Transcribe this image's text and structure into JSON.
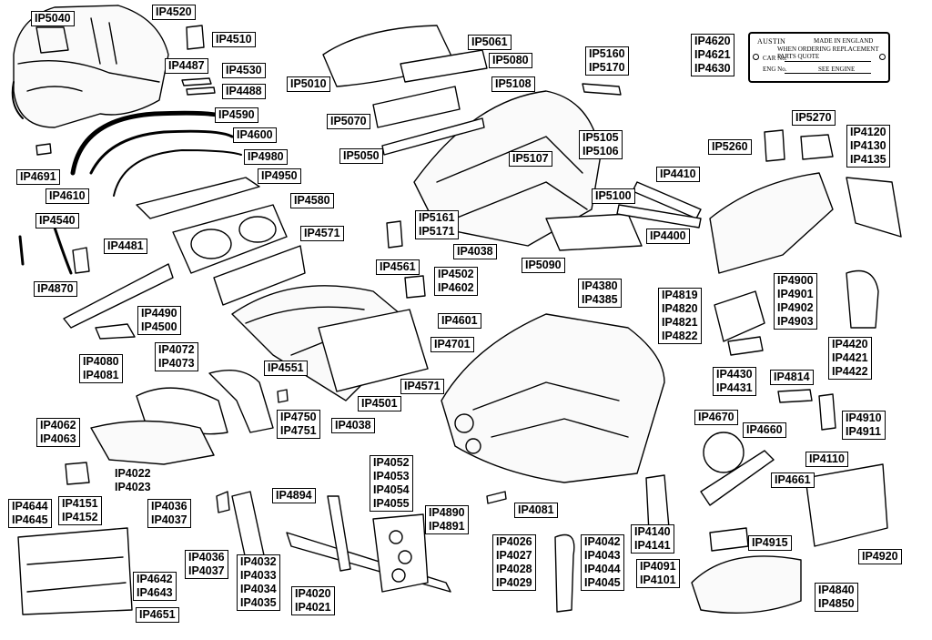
{
  "plate": {
    "maker": "AUSTIN",
    "made_in": "MADE IN ENGLAND",
    "when_ordering": "WHEN ORDERING REPLACEMENT PARTS QUOTE",
    "car_no": "CAR No.",
    "eng_no": "ENG No.",
    "see_engine": "SEE ENGINE"
  },
  "labels": [
    {
      "id": "ip5040",
      "lines": [
        "IP5040"
      ]
    },
    {
      "id": "ip4520",
      "lines": [
        "IP4520"
      ]
    },
    {
      "id": "ip4510",
      "lines": [
        "IP4510"
      ]
    },
    {
      "id": "ip4487",
      "lines": [
        "IP4487"
      ]
    },
    {
      "id": "ip4530",
      "lines": [
        "IP4530"
      ]
    },
    {
      "id": "ip4488",
      "lines": [
        "IP4488"
      ]
    },
    {
      "id": "ip4590",
      "lines": [
        "IP4590"
      ]
    },
    {
      "id": "ip4600",
      "lines": [
        "IP4600"
      ]
    },
    {
      "id": "ip4980",
      "lines": [
        "IP4980"
      ]
    },
    {
      "id": "ip4950",
      "lines": [
        "IP4950"
      ]
    },
    {
      "id": "ip4691",
      "lines": [
        "IP4691"
      ]
    },
    {
      "id": "ip4610",
      "lines": [
        "IP4610"
      ]
    },
    {
      "id": "ip4580",
      "lines": [
        "IP4580"
      ]
    },
    {
      "id": "ip4540",
      "lines": [
        "IP4540"
      ]
    },
    {
      "id": "ip4571a",
      "lines": [
        "IP4571"
      ]
    },
    {
      "id": "ip4481",
      "lines": [
        "IP4481"
      ]
    },
    {
      "id": "ip4870",
      "lines": [
        "IP4870"
      ]
    },
    {
      "id": "ip4490",
      "lines": [
        "IP4490",
        "IP4500"
      ]
    },
    {
      "id": "ip5061",
      "lines": [
        "IP5061"
      ]
    },
    {
      "id": "ip5080",
      "lines": [
        "IP5080"
      ]
    },
    {
      "id": "ip5010",
      "lines": [
        "IP5010"
      ]
    },
    {
      "id": "ip5108",
      "lines": [
        "IP5108"
      ]
    },
    {
      "id": "ip5070",
      "lines": [
        "IP5070"
      ]
    },
    {
      "id": "ip5050",
      "lines": [
        "IP5050"
      ]
    },
    {
      "id": "ip5105",
      "lines": [
        "IP5105",
        "IP5106"
      ]
    },
    {
      "id": "ip5107",
      "lines": [
        "IP5107"
      ]
    },
    {
      "id": "ip5100",
      "lines": [
        "IP5100"
      ]
    },
    {
      "id": "ip5160",
      "lines": [
        "IP5160",
        "IP5170"
      ]
    },
    {
      "id": "ip4620",
      "lines": [
        "IP4620",
        "IP4621",
        "IP4630"
      ]
    },
    {
      "id": "ip5270",
      "lines": [
        "IP5270"
      ]
    },
    {
      "id": "ip5260",
      "lines": [
        "IP5260"
      ]
    },
    {
      "id": "ip4120",
      "lines": [
        "IP4120",
        "IP4130",
        "IP4135"
      ]
    },
    {
      "id": "ip4410",
      "lines": [
        "IP4410"
      ]
    },
    {
      "id": "ip4400",
      "lines": [
        "IP4400"
      ]
    },
    {
      "id": "ip5161",
      "lines": [
        "IP5161",
        "IP5171"
      ]
    },
    {
      "id": "ip4038a",
      "lines": [
        "IP4038"
      ]
    },
    {
      "id": "ip5090",
      "lines": [
        "IP5090"
      ]
    },
    {
      "id": "ip4380",
      "lines": [
        "IP4380",
        "IP4385"
      ]
    },
    {
      "id": "ip4561",
      "lines": [
        "IP4561"
      ]
    },
    {
      "id": "ip4502",
      "lines": [
        "IP4502",
        "IP4602"
      ]
    },
    {
      "id": "ip4601",
      "lines": [
        "IP4601"
      ]
    },
    {
      "id": "ip4701",
      "lines": [
        "IP4701"
      ]
    },
    {
      "id": "ip4819",
      "lines": [
        "IP4819",
        "IP4820",
        "IP4821",
        "IP4822"
      ]
    },
    {
      "id": "ip4900",
      "lines": [
        "IP4900",
        "IP4901",
        "IP4902",
        "IP4903"
      ]
    },
    {
      "id": "ip4420",
      "lines": [
        "IP4420",
        "IP4421",
        "IP4422"
      ]
    },
    {
      "id": "ip4080",
      "lines": [
        "IP4080",
        "IP4081"
      ]
    },
    {
      "id": "ip4072",
      "lines": [
        "IP4072",
        "IP4073"
      ]
    },
    {
      "id": "ip4551",
      "lines": [
        "IP4551"
      ]
    },
    {
      "id": "ip4571b",
      "lines": [
        "IP4571"
      ]
    },
    {
      "id": "ip4501",
      "lines": [
        "IP4501"
      ]
    },
    {
      "id": "ip4430",
      "lines": [
        "IP4430",
        "IP4431"
      ]
    },
    {
      "id": "ip4814",
      "lines": [
        "IP4814"
      ]
    },
    {
      "id": "ip4750",
      "lines": [
        "IP4750",
        "IP4751"
      ]
    },
    {
      "id": "ip4038b",
      "lines": [
        "IP4038"
      ]
    },
    {
      "id": "ip4062",
      "lines": [
        "IP4062",
        "IP4063"
      ]
    },
    {
      "id": "ip4670",
      "lines": [
        "IP4670"
      ]
    },
    {
      "id": "ip4660",
      "lines": [
        "IP4660"
      ]
    },
    {
      "id": "ip4910",
      "lines": [
        "IP4910",
        "IP4911"
      ]
    },
    {
      "id": "ip4110",
      "lines": [
        "IP4110"
      ]
    },
    {
      "id": "ip4661",
      "lines": [
        "IP4661"
      ]
    },
    {
      "id": "ip4151",
      "lines": [
        "IP4151",
        "IP4152"
      ]
    },
    {
      "id": "ip4644",
      "lines": [
        "IP4644",
        "IP4645"
      ]
    },
    {
      "id": "ip4036a",
      "lines": [
        "IP4036",
        "IP4037"
      ]
    },
    {
      "id": "ip4894",
      "lines": [
        "IP4894"
      ]
    },
    {
      "id": "ip4052",
      "lines": [
        "IP4052",
        "IP4053",
        "IP4054",
        "IP4055"
      ]
    },
    {
      "id": "ip4890",
      "lines": [
        "IP4890",
        "IP4891"
      ]
    },
    {
      "id": "ip4081",
      "lines": [
        "IP4081"
      ]
    },
    {
      "id": "ip4140",
      "lines": [
        "IP4140",
        "IP4141"
      ]
    },
    {
      "id": "ip4915",
      "lines": [
        "IP4915"
      ]
    },
    {
      "id": "ip4920",
      "lines": [
        "IP4920"
      ]
    },
    {
      "id": "ip4036b",
      "lines": [
        "IP4036",
        "IP4037"
      ]
    },
    {
      "id": "ip4032",
      "lines": [
        "IP4032",
        "IP4033",
        "IP4034",
        "IP4035"
      ]
    },
    {
      "id": "ip4642",
      "lines": [
        "IP4642",
        "IP4643"
      ]
    },
    {
      "id": "ip4651",
      "lines": [
        "IP4651"
      ]
    },
    {
      "id": "ip4020",
      "lines": [
        "IP4020",
        "IP4021"
      ]
    },
    {
      "id": "ip4026",
      "lines": [
        "IP4026",
        "IP4027",
        "IP4028",
        "IP4029"
      ]
    },
    {
      "id": "ip4042",
      "lines": [
        "IP4042",
        "IP4043",
        "IP4044",
        "IP4045"
      ]
    },
    {
      "id": "ip4091",
      "lines": [
        "IP4091",
        "IP4101"
      ]
    },
    {
      "id": "ip4840",
      "lines": [
        "IP4840",
        "IP4850"
      ]
    }
  ],
  "notes": [
    {
      "id": "ip4022",
      "lines": [
        "IP4022",
        "IP4023"
      ]
    }
  ]
}
